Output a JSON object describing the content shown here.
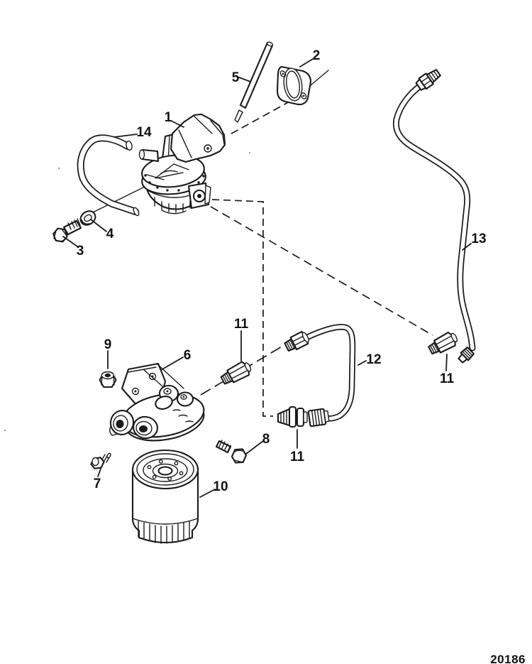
{
  "figure": {
    "drawing_number": "20186",
    "colors": {
      "background": "#ffffff",
      "ink": "#1b1b1b"
    }
  },
  "callouts": [
    {
      "id": "1",
      "label": "1"
    },
    {
      "id": "2",
      "label": "2"
    },
    {
      "id": "3",
      "label": "3"
    },
    {
      "id": "4",
      "label": "4"
    },
    {
      "id": "5",
      "label": "5"
    },
    {
      "id": "6",
      "label": "6"
    },
    {
      "id": "7",
      "label": "7"
    },
    {
      "id": "8",
      "label": "8"
    },
    {
      "id": "9",
      "label": "9"
    },
    {
      "id": "10",
      "label": "10"
    },
    {
      "id": "11-left",
      "label": "11"
    },
    {
      "id": "11-bottom",
      "label": "11"
    },
    {
      "id": "11-right",
      "label": "11"
    },
    {
      "id": "12",
      "label": "12"
    },
    {
      "id": "13",
      "label": "13"
    },
    {
      "id": "14",
      "label": "14"
    }
  ]
}
